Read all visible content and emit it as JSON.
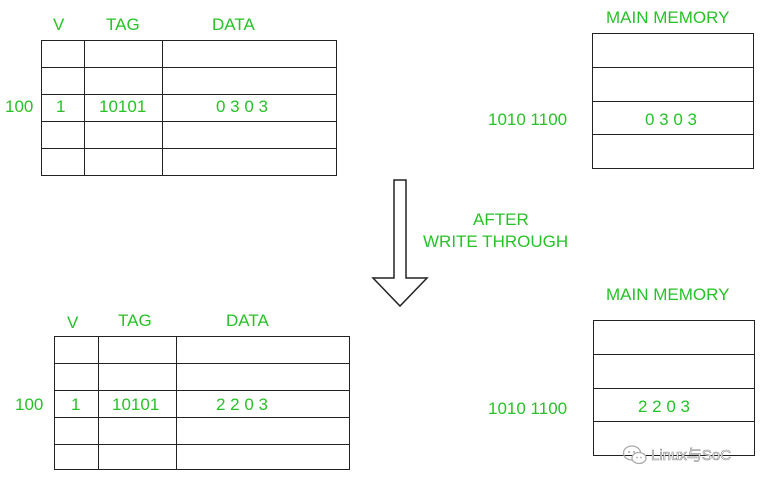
{
  "before": {
    "cache": {
      "headers": {
        "v": "V",
        "tag": "TAG",
        "data": "DATA"
      },
      "index_label": "100",
      "row": {
        "v": "1",
        "tag": "10101",
        "data": "0 3 0 3"
      }
    },
    "memory": {
      "title": "MAIN MEMORY",
      "address_label": "1010 1100",
      "value": "0 3 0 3"
    }
  },
  "transition": {
    "line1": "AFTER",
    "line2": "WRITE THROUGH"
  },
  "after": {
    "cache": {
      "headers": {
        "v": "V",
        "tag": "TAG",
        "data": "DATA"
      },
      "index_label": "100",
      "row": {
        "v": "1",
        "tag": "10101",
        "data": "2 2 0 3"
      }
    },
    "memory": {
      "title": "MAIN MEMORY",
      "address_label": "1010 1100",
      "value": "2 2 0 3"
    }
  },
  "watermark": {
    "text": "Linux与SoC",
    "icon": "wechat-icon"
  },
  "colors": {
    "label_green": "#27c227",
    "line": "#222222"
  }
}
